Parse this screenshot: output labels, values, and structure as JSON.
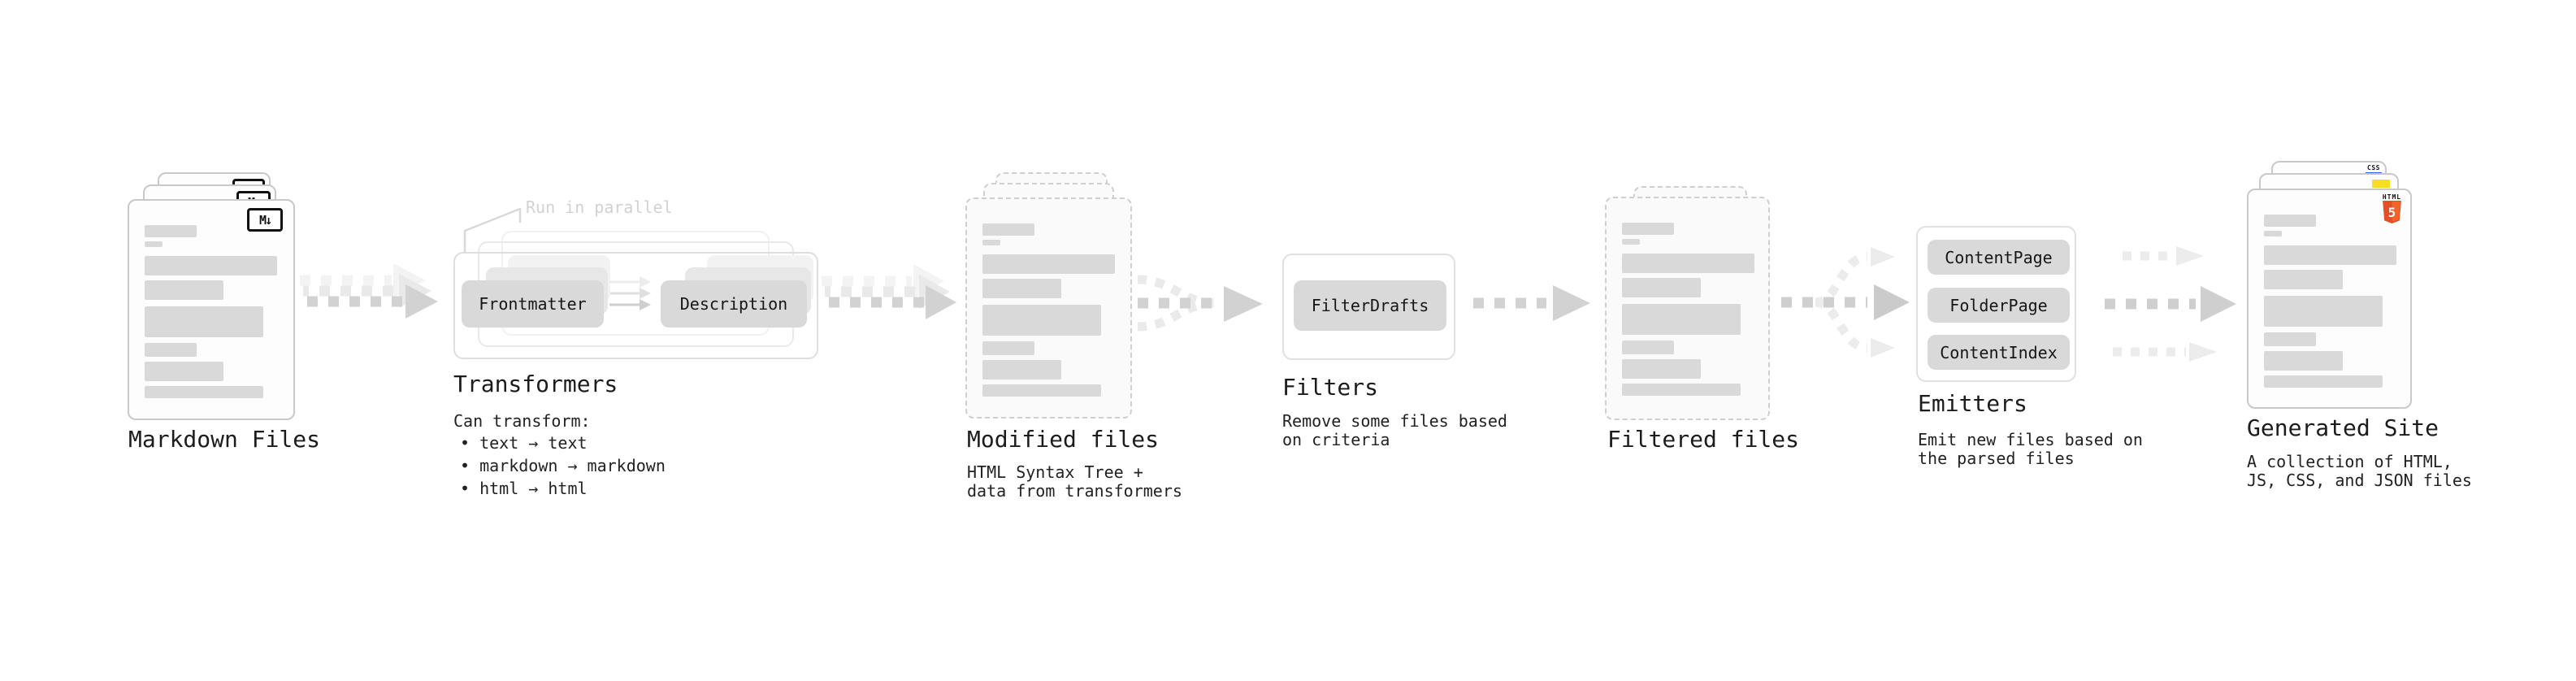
{
  "colors": {
    "ink": "#1c1c1c",
    "body_text": "#222222",
    "faint_text": "#d2d2d2",
    "bar_gray": "#d9d9d9",
    "button_gray": "#d9d9d9",
    "box_border": "#e0e0e0",
    "arrow_gray": "#d2d2d2",
    "arrow_faint": "#ececec",
    "html5_orange": "#e44d26",
    "html5_orange_light": "#f16529",
    "js_yellow": "#f7df1e",
    "css_blue": "#2965f1"
  },
  "stages": {
    "markdown": {
      "label": "Markdown Files",
      "badge": "M↓"
    },
    "transformers": {
      "label": "Transformers",
      "note": "Run in parallel",
      "buttons": {
        "frontmatter": "Frontmatter",
        "description": "Description"
      },
      "desc_title": "Can transform:",
      "bullets": [
        "• text → text",
        "• markdown → markdown",
        "• html → html"
      ]
    },
    "modified": {
      "label": "Modified files",
      "desc_lines": [
        "HTML Syntax Tree +",
        "data from transformers"
      ]
    },
    "filters": {
      "label": "Filters",
      "button": "FilterDrafts",
      "desc_lines": [
        "Remove some files based",
        "on criteria"
      ]
    },
    "filtered": {
      "label": "Filtered files"
    },
    "emitters": {
      "label": "Emitters",
      "buttons": [
        "ContentPage",
        "FolderPage",
        "ContentIndex"
      ],
      "desc_lines": [
        "Emit new files based on",
        "the parsed files"
      ]
    },
    "generated": {
      "label": "Generated Site",
      "badges": {
        "css": "CSS",
        "html": "HTML",
        "html5_number": "5"
      },
      "desc_lines": [
        "A collection of HTML,",
        "JS, CSS, and JSON files"
      ]
    }
  }
}
